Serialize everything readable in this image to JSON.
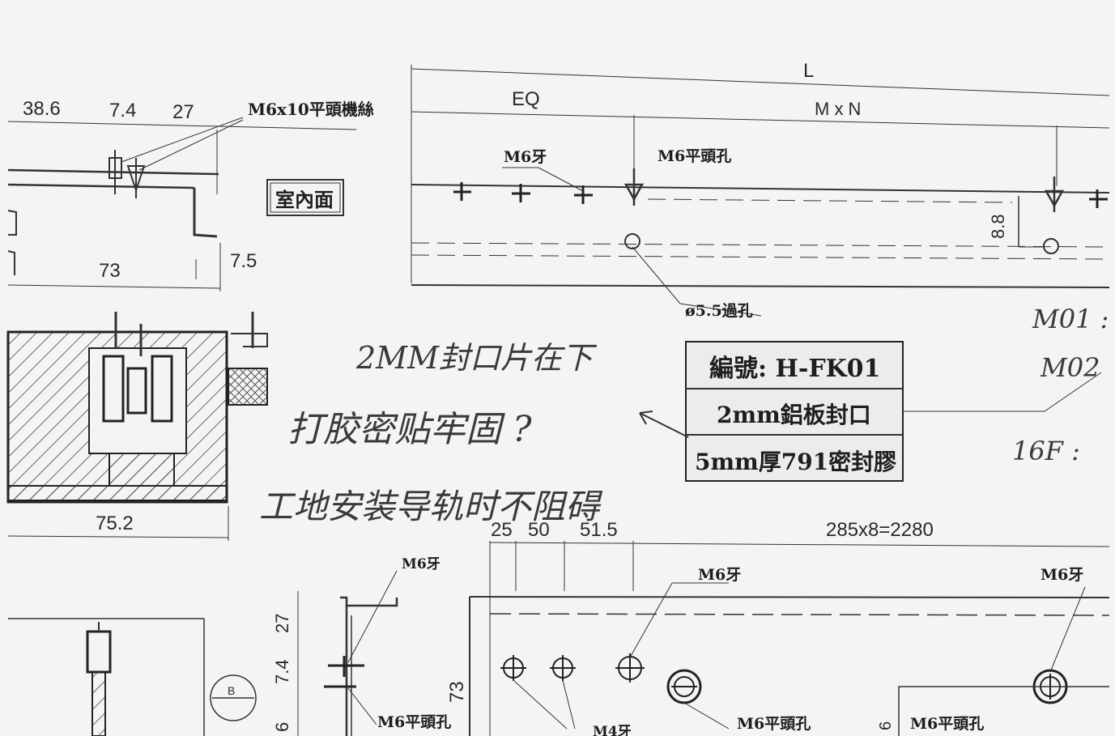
{
  "top_left_dims": {
    "d1": "38.6",
    "d2": "7.4",
    "d3": "27",
    "d4": "73",
    "d5": "7.5"
  },
  "screw_label": "M6x10平頭機絲",
  "indoor_label": "室內面",
  "rail": {
    "length": "L",
    "eq": "EQ",
    "spacing": "M x N",
    "thread": "M6牙",
    "countersink": "M6平頭孔",
    "offset": "8.8",
    "through_hole": "ø5.5過孔"
  },
  "section_width": "75.2",
  "spec_box": {
    "code": "編號: H-FK01",
    "line2": "2mm鋁板封口",
    "line3": "5mm厚791密封膠"
  },
  "handwriting": {
    "line1": "2MM封口片在下",
    "line2": "打胶密贴牢固 ?",
    "line3": "工地安装导轨时不阻碍",
    "side1": "M01 :",
    "side2": "M02",
    "side3": "16F :"
  },
  "bottom": {
    "dims": [
      "25",
      "50",
      "51.5"
    ],
    "span": "285x8=2280",
    "thread1": "M6牙",
    "thread2": "M6牙",
    "thread3": "M6牙",
    "countersink1": "M6平頭孔",
    "countersink2": "M6平頭孔",
    "countersink3": "M6平頭孔",
    "m4": "M4牙",
    "vdims": [
      "27",
      "7.4",
      "6"
    ],
    "height": "73",
    "mark_b": "B"
  }
}
